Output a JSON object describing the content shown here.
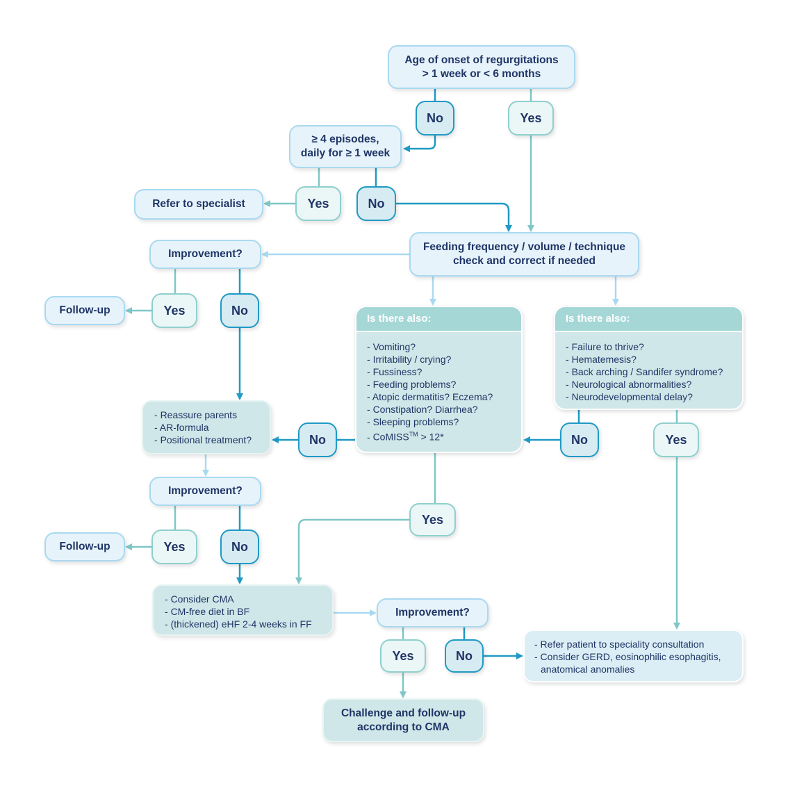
{
  "colors": {
    "text": "#1f3566",
    "yes_line": "#7ec7c6",
    "no_line": "#1f9ac4",
    "neutral_line": "#a9d9f1",
    "panel": "#cfe7e8",
    "panel_header": "#a6d7d7"
  },
  "nodes": {
    "onset": [
      "Age of onset of regurgitations",
      "> 1 week or < 6 months"
    ],
    "episodes": [
      "≥ 4 episodes,",
      "daily for ≥ 1 week"
    ],
    "refer_specialist": "Refer to specialist",
    "feeding": [
      "Feeding frequency / volume / technique",
      "check and correct if needed"
    ],
    "improvement1": "Improvement?",
    "followup1": "Follow-up",
    "reassure": [
      "Reassure parents",
      "AR-formula",
      "Positional treatment?"
    ],
    "improvement2": "Improvement?",
    "followup2": "Follow-up",
    "cma": [
      "Consider CMA",
      "CM-free diet in BF",
      "(thickened) eHF 2-4 weeks in FF"
    ],
    "improvement3": "Improvement?",
    "challenge": [
      "Challenge and follow-up",
      "according to CMA"
    ],
    "refer_patient": [
      "- Refer patient to speciality consultation",
      "- Consider GERD, eosinophilic esophagitis,",
      "anatomical anomalies"
    ]
  },
  "panel1": {
    "title": "Is there also:",
    "items": [
      "Vomiting?",
      "Irritability / crying?",
      "Fussiness?",
      "Feeding problems?",
      "Atopic dermatitis? Eczema?",
      "Constipation? Diarrhea?",
      "Sleeping problems?"
    ],
    "last_item_prefix": "CoMISS",
    "last_item_tm": "TM",
    "last_item_suffix": " > 12*"
  },
  "panel2": {
    "title": "Is there also:",
    "items": [
      "Failure to thrive?",
      "Hematemesis?",
      "Back arching / Sandifer syndrome?",
      "Neurological abnormalities?",
      "Neurodevelopmental delay?"
    ]
  },
  "labels": {
    "yes": "Yes",
    "no": "No"
  }
}
